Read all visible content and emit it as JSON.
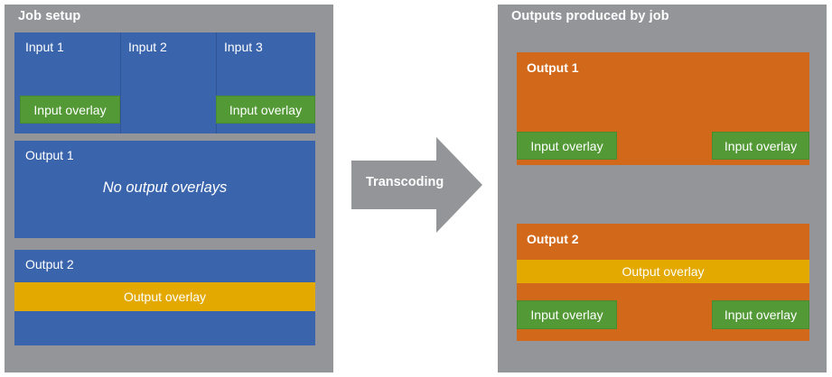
{
  "diagram": {
    "title_left": "Job setup",
    "title_right": "Outputs produced by job",
    "arrow_label": "Transcoding",
    "colors": {
      "panel_gray": "#939598",
      "input_blue": "#3A64AC",
      "output_orange": "#D2691A",
      "input_overlay_green": "#539A37",
      "output_overlay_yellow": "#E3A900",
      "text_white": "#FFFFFF"
    }
  },
  "left_panel": {
    "title": "Job setup",
    "inputs": [
      {
        "label": "Input 1",
        "overlay": "Input overlay",
        "has_overlay": true
      },
      {
        "label": "Input 2",
        "overlay": "",
        "has_overlay": false
      },
      {
        "label": "Input 3",
        "overlay": "Input overlay",
        "has_overlay": true
      }
    ],
    "outputs": [
      {
        "label": "Output 1",
        "note": "No output overlays",
        "overlay": "",
        "has_overlay": false
      },
      {
        "label": "Output 2",
        "note": "",
        "overlay": "Output overlay",
        "has_overlay": true
      }
    ]
  },
  "right_panel": {
    "title": "Outputs produced by job",
    "outputs": [
      {
        "label": "Output 1",
        "output_overlay": "",
        "has_output_overlay": false,
        "input_overlays": [
          "Input overlay",
          "Input overlay"
        ]
      },
      {
        "label": "Output 2",
        "output_overlay": "Output overlay",
        "has_output_overlay": true,
        "input_overlays": [
          "Input overlay",
          "Input overlay"
        ]
      }
    ]
  }
}
